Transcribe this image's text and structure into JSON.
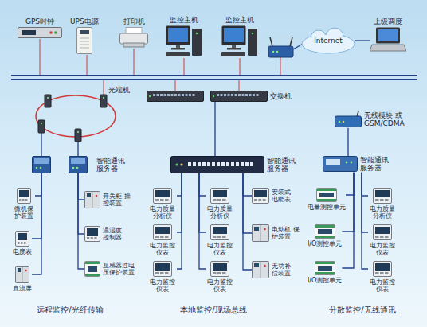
{
  "diagram": {
    "nodes": [
      {
        "text": [
          "GPS时钟"
        ]
      },
      {
        "text": [
          "UPS电源"
        ]
      },
      {
        "text": [
          "打印机"
        ]
      },
      {
        "text": [
          "监控主机"
        ]
      },
      {
        "text": [
          "监控主机"
        ]
      },
      {
        "text": [
          "Internet"
        ]
      },
      {
        "text": [
          "上级调度"
        ]
      },
      {
        "text": [
          "光端机"
        ]
      },
      {
        "text": [
          "交换机"
        ]
      },
      {
        "text": [
          "无线模块 或GSM/CDMA"
        ]
      },
      {
        "text": [
          "智能通讯 服务器"
        ]
      },
      {
        "text": [
          "智能通讯 服务器"
        ]
      },
      {
        "text": [
          "智能通讯 服务器"
        ]
      },
      {
        "text": [
          "微机保 护装置"
        ]
      },
      {
        "text": [
          "电度表"
        ]
      },
      {
        "text": [
          "直流屏"
        ]
      },
      {
        "text": [
          "开关柜 操控装置"
        ]
      },
      {
        "text": [
          "温湿度 控制器"
        ]
      },
      {
        "text": [
          "互感器过电 压保护装置"
        ]
      },
      {
        "text": [
          "电力质量 分析仪"
        ]
      },
      {
        "text": [
          "电力监控 仪表"
        ]
      },
      {
        "text": [
          "电力监控 仪表"
        ]
      },
      {
        "text": [
          "电力质量 分析仪"
        ]
      },
      {
        "text": [
          "电力监控 仪表"
        ]
      },
      {
        "text": [
          "电力监控 仪表"
        ]
      },
      {
        "text": [
          "安装式 电能表"
        ]
      },
      {
        "text": [
          "电动机 保护装置"
        ]
      },
      {
        "text": [
          "无功补 偿装置"
        ]
      },
      {
        "text": [
          "电量测控单元"
        ]
      },
      {
        "text": [
          "I/O测控单元"
        ]
      },
      {
        "text": [
          "I/O测控单元"
        ]
      },
      {
        "text": [
          "电力质量 分析仪"
        ]
      },
      {
        "text": [
          "电力监控 仪表"
        ]
      },
      {
        "text": [
          "电力监控 仪表"
        ]
      }
    ],
    "edges": [
      {
        "from": 5,
        "to": 6,
        "arrow": "none"
      },
      {
        "from": 7,
        "to": 10,
        "arrow": "none"
      },
      {
        "from": 8,
        "to": 11,
        "arrow": "none"
      },
      {
        "from": 9,
        "to": 12,
        "arrow": "none"
      },
      {
        "from": 10,
        "to": 13,
        "arrow": "none"
      },
      {
        "from": 10,
        "to": 14,
        "arrow": "none"
      },
      {
        "from": 10,
        "to": 15,
        "arrow": "none"
      },
      {
        "from": 10,
        "to": 16,
        "arrow": "none"
      },
      {
        "from": 10,
        "to": 17,
        "arrow": "none"
      },
      {
        "from": 10,
        "to": 18,
        "arrow": "none"
      },
      {
        "from": 11,
        "to": 19,
        "arrow": "none"
      },
      {
        "from": 11,
        "to": 20,
        "arrow": "none"
      },
      {
        "from": 11,
        "to": 21,
        "arrow": "none"
      },
      {
        "from": 11,
        "to": 22,
        "arrow": "none"
      },
      {
        "from": 11,
        "to": 23,
        "arrow": "none"
      },
      {
        "from": 11,
        "to": 24,
        "arrow": "none"
      },
      {
        "from": 11,
        "to": 25,
        "arrow": "none"
      },
      {
        "from": 11,
        "to": 26,
        "arrow": "none"
      },
      {
        "from": 11,
        "to": 27,
        "arrow": "none"
      },
      {
        "from": 12,
        "to": 28,
        "arrow": "none"
      },
      {
        "from": 12,
        "to": 29,
        "arrow": "none"
      },
      {
        "from": 12,
        "to": 30,
        "arrow": "none"
      },
      {
        "from": 12,
        "to": 31,
        "arrow": "none"
      },
      {
        "from": 12,
        "to": 32,
        "arrow": "none"
      },
      {
        "from": 12,
        "to": 33,
        "arrow": "none"
      }
    ],
    "labels": [
      "远程监控/光纤传输",
      "本地监控/现场总线",
      "分散监控/无线通讯"
    ]
  }
}
